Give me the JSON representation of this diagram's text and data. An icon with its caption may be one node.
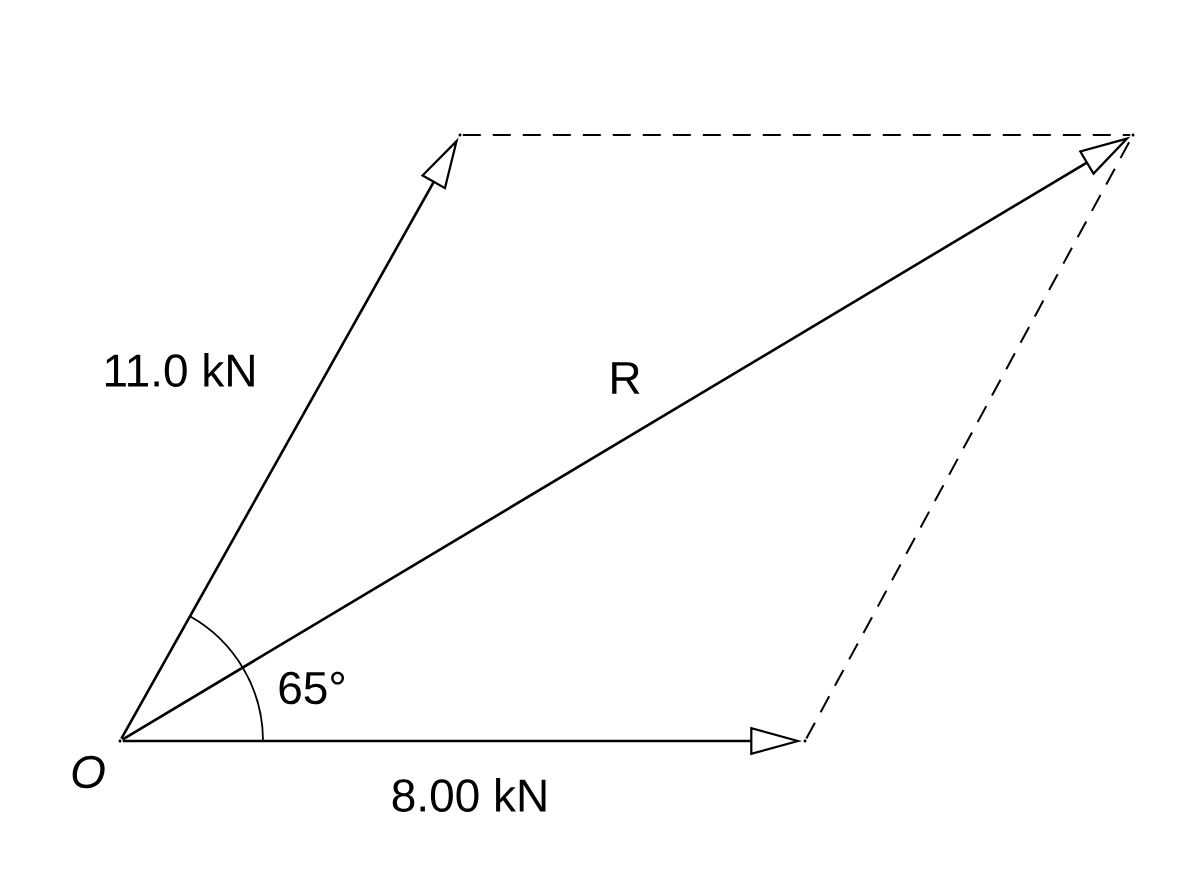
{
  "diagram": {
    "nodes": [
      {
        "text": [],
        "shape": "point",
        "beside": [
          "*O*"
        ]
      },
      {
        "text": [],
        "shape": "point"
      },
      {
        "text": [],
        "shape": "point"
      },
      {
        "text": [],
        "shape": "point"
      }
    ],
    "edges": [
      {
        "from": 0,
        "to": 1,
        "arrow": "to",
        "label": "11.0 kN"
      },
      {
        "from": 0,
        "to": 2,
        "arrow": "to",
        "label": "R"
      },
      {
        "from": 0,
        "to": 3,
        "arrow": "to",
        "label": "8.00 kN"
      },
      {
        "from": 1,
        "to": 2,
        "arrow": "none",
        "style": "dashed"
      },
      {
        "from": 3,
        "to": 2,
        "arrow": "none",
        "style": "dashed"
      }
    ],
    "labels": [
      "65°"
    ]
  }
}
